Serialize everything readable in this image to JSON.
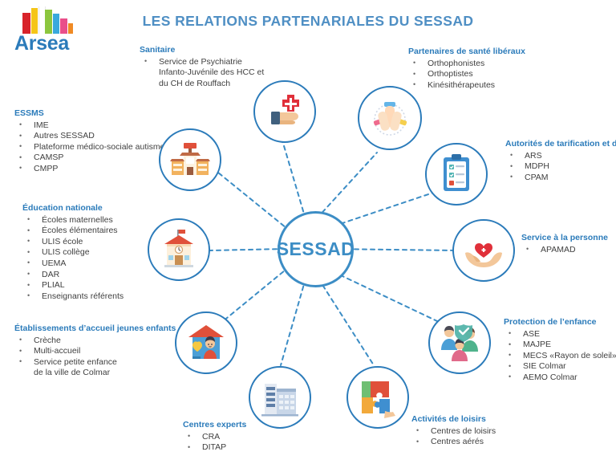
{
  "logo": {
    "name": "Arsea",
    "wordmark": "Arsea",
    "bar_colors": [
      "#d8232a",
      "#f5c518",
      "#ffffff",
      "#8cc63e",
      "#39a9dc",
      "#e94f8a",
      "#f08a24"
    ]
  },
  "header": {
    "title": "LES RELATIONS PARTENARIALES DU SESSAD",
    "title_color": "#4f8fc4"
  },
  "center": {
    "label": "SESSAD",
    "color": "#3c8dc5"
  },
  "theme": {
    "accent": "#2b7bba",
    "heading": "#2b7bba",
    "body_text": "#3f3f3f",
    "connector": "#3c8dc5"
  },
  "blocks": [
    {
      "id": "sanitaire",
      "heading": "Sanitaire",
      "items": [
        {
          "text": "Service de Psychiatrie",
          "cont": [
            "Infanto-Juvénile des HCC et",
            "du CH de Rouffach"
          ]
        }
      ]
    },
    {
      "id": "partenaires-sante-liberaux",
      "heading": "Partenaires de santé libéraux",
      "items": [
        {
          "text": "Orthophonistes"
        },
        {
          "text": "Orthoptistes"
        },
        {
          "text": "Kinésithérapeutes"
        }
      ]
    },
    {
      "id": "essms",
      "heading": "ESSMS",
      "items": [
        {
          "text": "IME"
        },
        {
          "text": "Autres SESSAD"
        },
        {
          "text": "Plateforme médico-sociale autisme"
        },
        {
          "text": "CAMSP"
        },
        {
          "text": "CMPP"
        }
      ]
    },
    {
      "id": "autorites-tarification",
      "heading": "Autorités de tarification et de c",
      "items": [
        {
          "text": "ARS"
        },
        {
          "text": "MDPH"
        },
        {
          "text": "CPAM"
        }
      ]
    },
    {
      "id": "education-nationale",
      "heading": "Éducation nationale",
      "items": [
        {
          "text": "Écoles maternelles"
        },
        {
          "text": "Écoles élémentaires"
        },
        {
          "text": "ULIS école"
        },
        {
          "text": "ULIS collège"
        },
        {
          "text": "UEMA"
        },
        {
          "text": "DAR"
        },
        {
          "text": "PLIAL"
        },
        {
          "text": "Enseignants référents"
        }
      ]
    },
    {
      "id": "service-a-la-personne",
      "heading": "Service à la personne",
      "items": [
        {
          "text": "APAMAD"
        }
      ]
    },
    {
      "id": "etablissements-accueil-jeunes-enfants",
      "heading": "Établissements d’accueil jeunes enfants",
      "items": [
        {
          "text": "Crèche"
        },
        {
          "text": "Multi-accueil"
        },
        {
          "text": "Service petite enfance",
          "cont": [
            "de la ville de Colmar"
          ]
        }
      ]
    },
    {
      "id": "protection-de-lenfance",
      "heading": "Protection de l’enfance",
      "items": [
        {
          "text": "ASE"
        },
        {
          "text": "MAJPE"
        },
        {
          "text": "MECS «Rayon de soleil»"
        },
        {
          "text": "SIE Colmar"
        },
        {
          "text": "AEMO Colmar"
        }
      ]
    },
    {
      "id": "centres-experts",
      "heading": "Centres experts",
      "items": [
        {
          "text": "CRA"
        },
        {
          "text": "DITAP"
        }
      ]
    },
    {
      "id": "activites-de-loisirs",
      "heading": "Activités de loisirs",
      "items": [
        {
          "text": "Centres de loisirs"
        },
        {
          "text": "Centres aérés"
        }
      ]
    }
  ],
  "nodes": [
    {
      "id": "node-sanitaire",
      "icon": "hand-medical-cross-icon"
    },
    {
      "id": "node-sante-liberaux",
      "icon": "hands-together-icon"
    },
    {
      "id": "node-essms",
      "icon": "institution-building-icon"
    },
    {
      "id": "node-autorites",
      "icon": "clipboard-checklist-icon"
    },
    {
      "id": "node-education",
      "icon": "school-house-icon"
    },
    {
      "id": "node-service-personne",
      "icon": "hands-holding-heart-icon"
    },
    {
      "id": "node-etablissements",
      "icon": "child-home-icon"
    },
    {
      "id": "node-protection",
      "icon": "family-shield-icon"
    },
    {
      "id": "node-centres-experts",
      "icon": "office-buildings-icon"
    },
    {
      "id": "node-loisirs",
      "icon": "puzzle-pieces-icon"
    }
  ]
}
